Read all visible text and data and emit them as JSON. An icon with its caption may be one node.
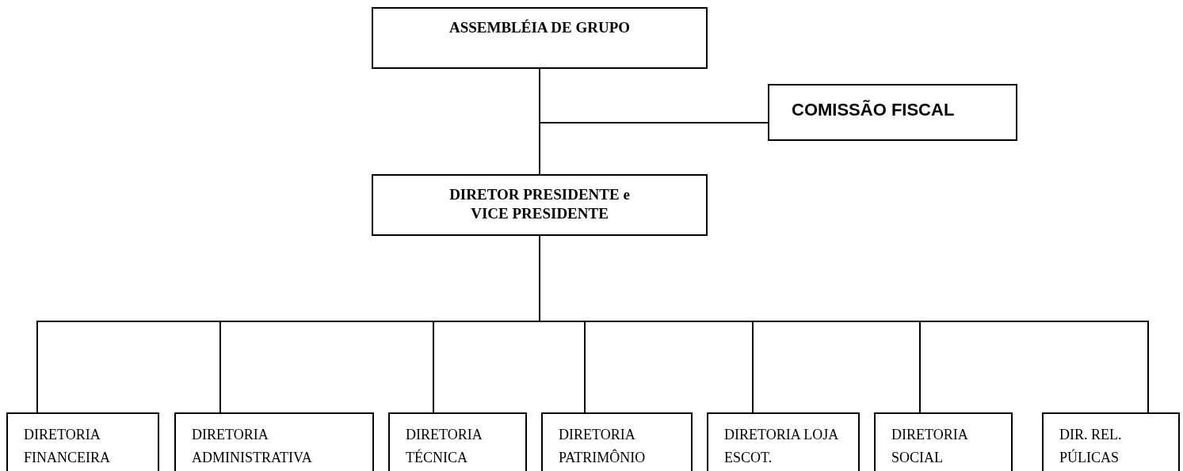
{
  "diagram": {
    "nodes": [
      {
        "text": [
          "ASSEMBLÉIA DE GRUPO"
        ]
      },
      {
        "text": [
          "COMISSÃO FISCAL"
        ]
      },
      {
        "text": [
          "DIRETOR PRESIDENTE e VICE PRESIDENTE"
        ]
      },
      {
        "text": [
          "DIRETORIA FINANCEIRA"
        ]
      },
      {
        "text": [
          "DIRETORIA ADMINISTRATIVA"
        ]
      },
      {
        "text": [
          "DIRETORIA TÉCNICA"
        ]
      },
      {
        "text": [
          "DIRETORIA PATRIMÔNIO"
        ]
      },
      {
        "text": [
          "DIRETORIA LOJA ESCOT."
        ]
      },
      {
        "text": [
          "DIRETORIA SOCIAL"
        ]
      },
      {
        "text": [
          "DIR. REL. PÚLICAS"
        ]
      }
    ],
    "edges": [
      {
        "from": 0,
        "to": 2,
        "arrow": "none"
      },
      {
        "from": 0,
        "to": 1,
        "arrow": "none"
      },
      {
        "from": 2,
        "to": 3,
        "arrow": "none"
      },
      {
        "from": 2,
        "to": 4,
        "arrow": "none"
      },
      {
        "from": 2,
        "to": 5,
        "arrow": "none"
      },
      {
        "from": 2,
        "to": 6,
        "arrow": "none"
      },
      {
        "from": 2,
        "to": 7,
        "arrow": "none"
      },
      {
        "from": 2,
        "to": 8,
        "arrow": "none"
      },
      {
        "from": 2,
        "to": 9,
        "arrow": "none"
      }
    ]
  }
}
